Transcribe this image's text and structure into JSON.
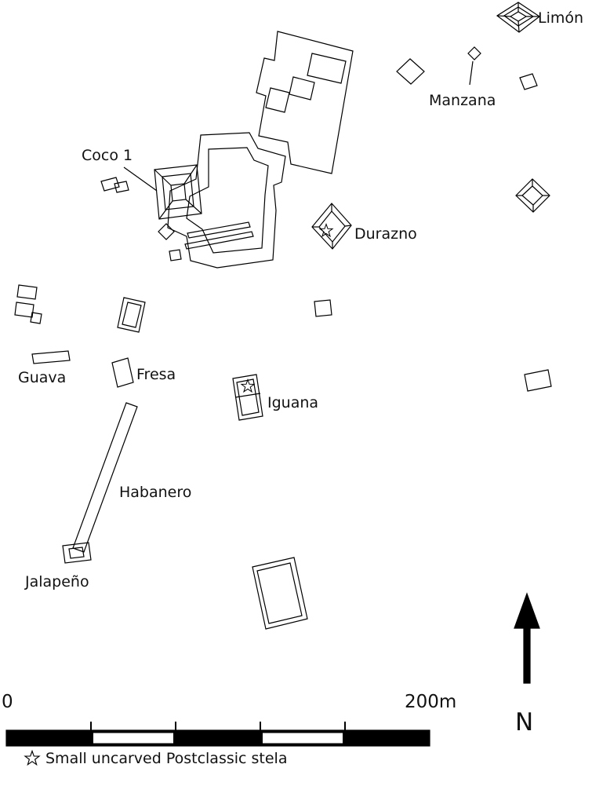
{
  "map": {
    "labels": {
      "coco1": "Coco 1",
      "limon": "Limón",
      "manzana": "Manzana",
      "durazno": "Durazno",
      "guava": "Guava",
      "fresa": "Fresa",
      "iguana": "Iguana",
      "habanero": "Habanero",
      "jalapeno": "Jalapeño"
    }
  },
  "compass": {
    "label": "N"
  },
  "scale": {
    "start": "0",
    "end": "200m"
  },
  "legend": {
    "stela": "Small uncarved Postclassic stela"
  },
  "icons": {
    "stela_star": "★",
    "north_arrow": "↑"
  },
  "colors": {
    "ink": "#000000",
    "paper": "#ffffff"
  }
}
